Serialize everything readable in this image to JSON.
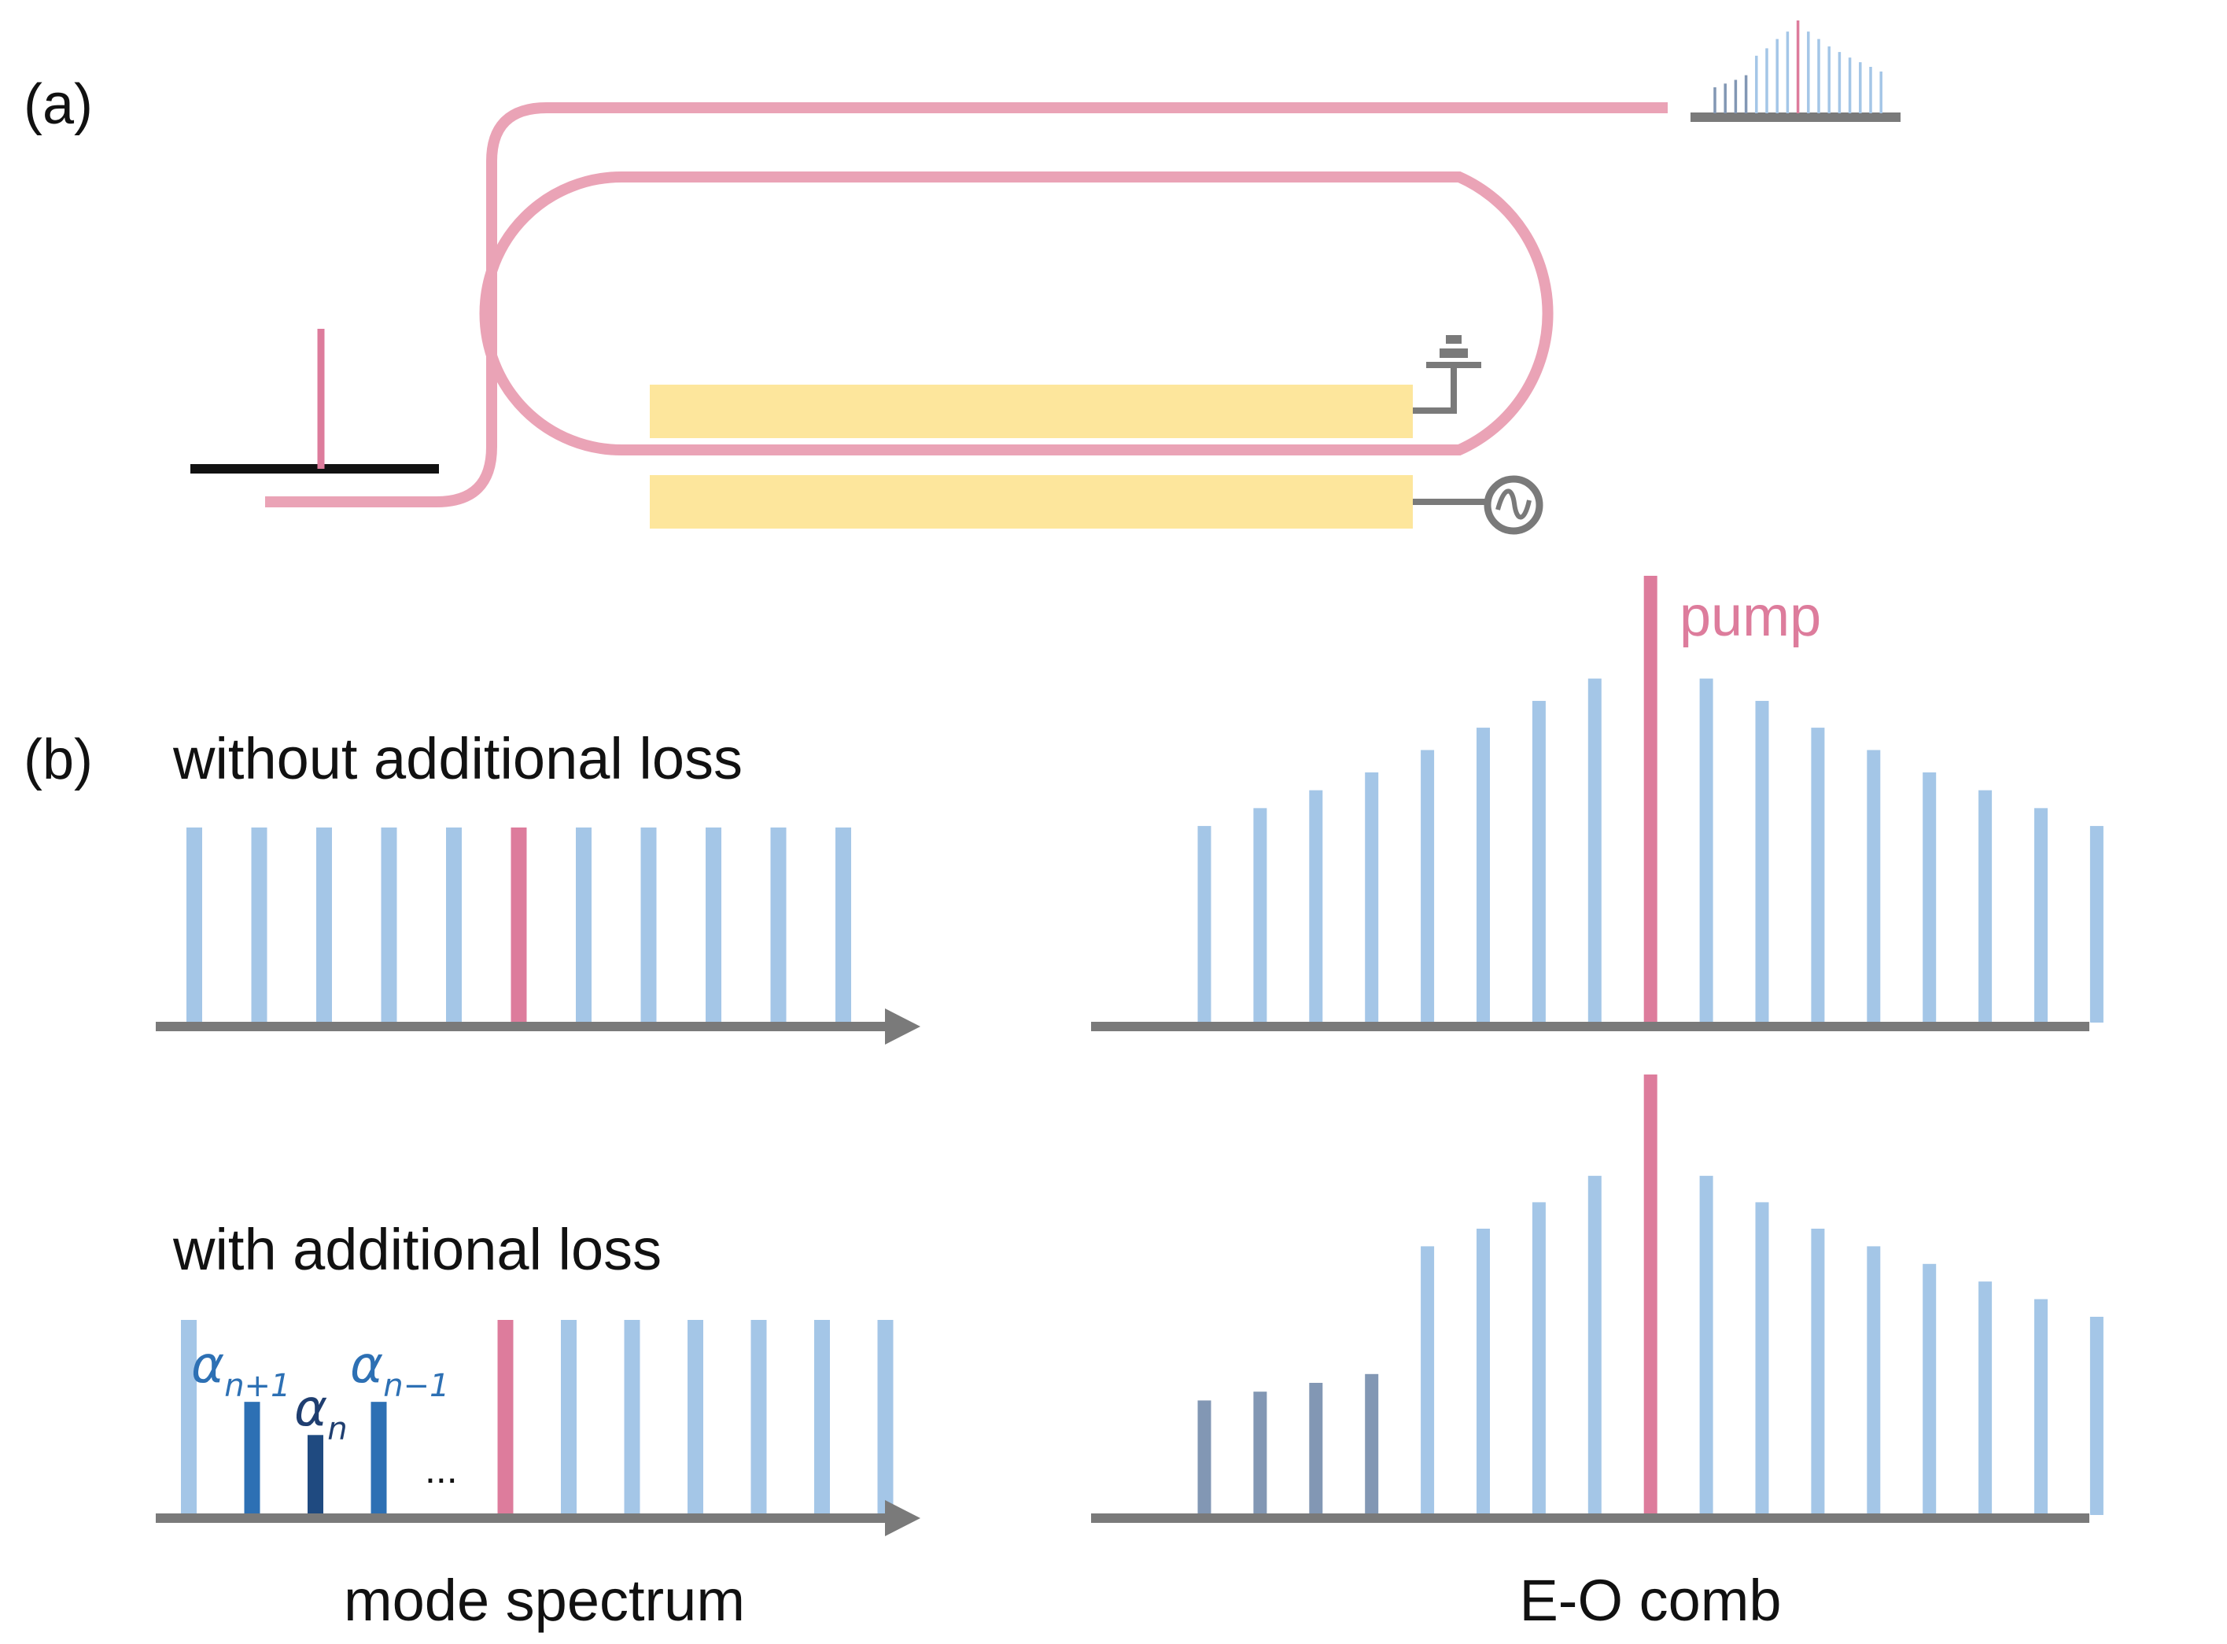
{
  "panels": {
    "a": {
      "label": "(a)"
    },
    "b": {
      "label": "(b)",
      "without_loss_title": "without additional loss",
      "with_loss_title": "with additional loss",
      "mode_spectrum_caption": "mode spectrum",
      "eo_comb_caption": "E-O comb",
      "pump_label": "pump",
      "alpha_labels": {
        "n_plus_1": "n+1",
        "n": "n",
        "n_minus_1": "n−1",
        "symbol": "α"
      },
      "ellipsis": "..."
    }
  },
  "colors": {
    "waveguide": "#eaa3b6",
    "pump_line": "#dd7c9c",
    "comb_line": "#a4c6e7",
    "electrode": "#fde69c",
    "axis": "#7a7a7a",
    "attenuated_line": "#8297b4",
    "alpha_outer": "#2d70b4",
    "alpha_center": "#1f4a80",
    "alpha_text_outer": "#2d70b4",
    "alpha_text_center": "#1f3e70"
  },
  "icons": [
    "ground-icon",
    "ac-source-icon"
  ],
  "chart_data": [
    {
      "type": "bar",
      "name": "mode spectrum without additional loss",
      "values": [
        1,
        1,
        1,
        1,
        1,
        1,
        1,
        1,
        1,
        1,
        1
      ],
      "pump_index": 5
    },
    {
      "type": "bar",
      "name": "mode spectrum with additional loss",
      "values": [
        1,
        0.58,
        0.41,
        0.58,
        null,
        1,
        1,
        1,
        1,
        1,
        1,
        1
      ],
      "lossy_indices": [
        1,
        2,
        3
      ],
      "pump_index": 5
    },
    {
      "type": "bar",
      "name": "E-O comb without additional loss",
      "values": [
        0.44,
        0.48,
        0.52,
        0.56,
        0.61,
        0.66,
        0.72,
        0.77,
        1.0,
        0.77,
        0.72,
        0.66,
        0.61,
        0.56,
        0.52,
        0.48,
        0.44
      ],
      "pump_index": 8
    },
    {
      "type": "bar",
      "name": "E-O comb with additional loss",
      "values": [
        0.26,
        0.28,
        0.3,
        0.32,
        0.61,
        0.65,
        0.71,
        0.77,
        1.0,
        0.77,
        0.71,
        0.65,
        0.61,
        0.57,
        0.53,
        0.49,
        0.45
      ],
      "pump_index": 8,
      "attenuated_indices": [
        0,
        1,
        2,
        3
      ]
    },
    {
      "type": "bar",
      "name": "output spectrum inset",
      "values": [
        0.28,
        0.32,
        0.36,
        0.41,
        0.62,
        0.7,
        0.8,
        0.88,
        1.0,
        0.88,
        0.8,
        0.72,
        0.66,
        0.6,
        0.55,
        0.5,
        0.45
      ],
      "pump_index": 8,
      "attenuated_indices": [
        0,
        1,
        2,
        3
      ]
    }
  ]
}
